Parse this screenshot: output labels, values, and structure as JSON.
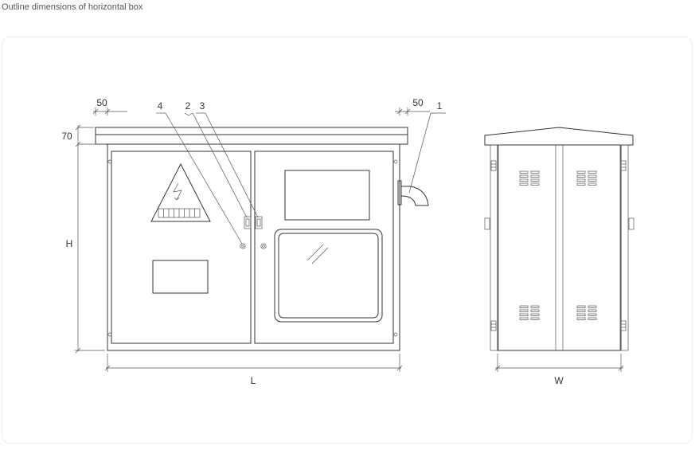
{
  "page": {
    "title": "Outline dimensions of horizontal box"
  },
  "dimensions": {
    "left_offset": "50",
    "right_offset": "50",
    "roof_height": "70",
    "height": "H",
    "length": "L",
    "width": "W"
  },
  "callouts": {
    "c1": "1",
    "c2": "2",
    "c3": "3",
    "c4": "4"
  },
  "colors": {
    "line": "#333333",
    "panel_border": "#ececec",
    "title_text": "#555555"
  }
}
